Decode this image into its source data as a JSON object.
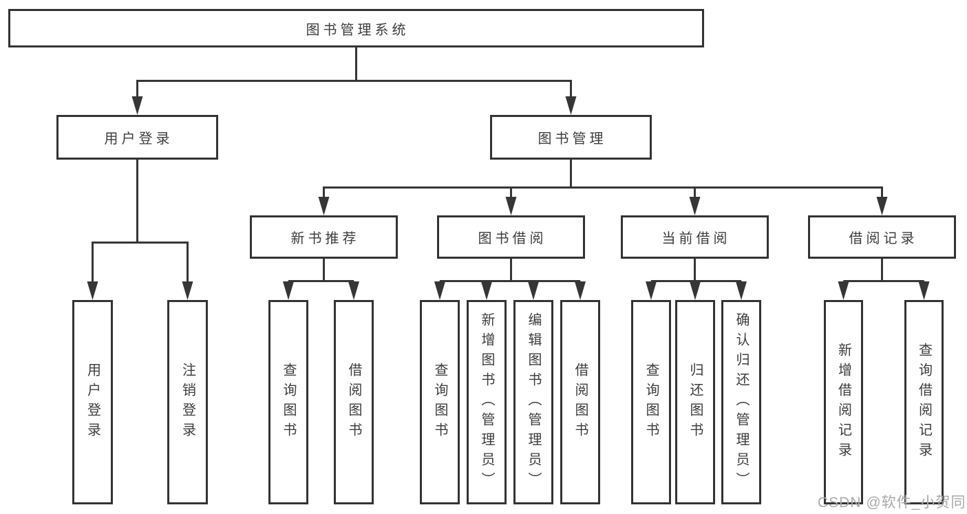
{
  "colors": {
    "line": "#363636",
    "box_border": "#333333",
    "text": "#3d3d3d",
    "watermark_text": "#a9a9a9",
    "background": "#ffffff"
  },
  "tree": {
    "root": {
      "label": "图书管理系统",
      "children": [
        {
          "label": "用户登录",
          "children": [
            {
              "label": "用户登录"
            },
            {
              "label": "注销登录"
            }
          ]
        },
        {
          "label": "图书管理",
          "children": [
            {
              "label": "新书推荐",
              "children": [
                {
                  "label": "查询图书"
                },
                {
                  "label": "借阅图书"
                }
              ]
            },
            {
              "label": "图书借阅",
              "children": [
                {
                  "label": "查询图书"
                },
                {
                  "label": "新增图书（管理员）"
                },
                {
                  "label": "编辑图书（管理员）"
                },
                {
                  "label": "借阅图书"
                }
              ]
            },
            {
              "label": "当前借阅",
              "children": [
                {
                  "label": "查询图书"
                },
                {
                  "label": "归还图书"
                },
                {
                  "label": "确认归还（管理员）"
                }
              ]
            },
            {
              "label": "借阅记录",
              "children": [
                {
                  "label": "新增借阅记录"
                },
                {
                  "label": "查询借阅记录"
                }
              ]
            }
          ]
        }
      ]
    }
  },
  "watermark": {
    "text": "CSDN @软件_小贺同学"
  }
}
